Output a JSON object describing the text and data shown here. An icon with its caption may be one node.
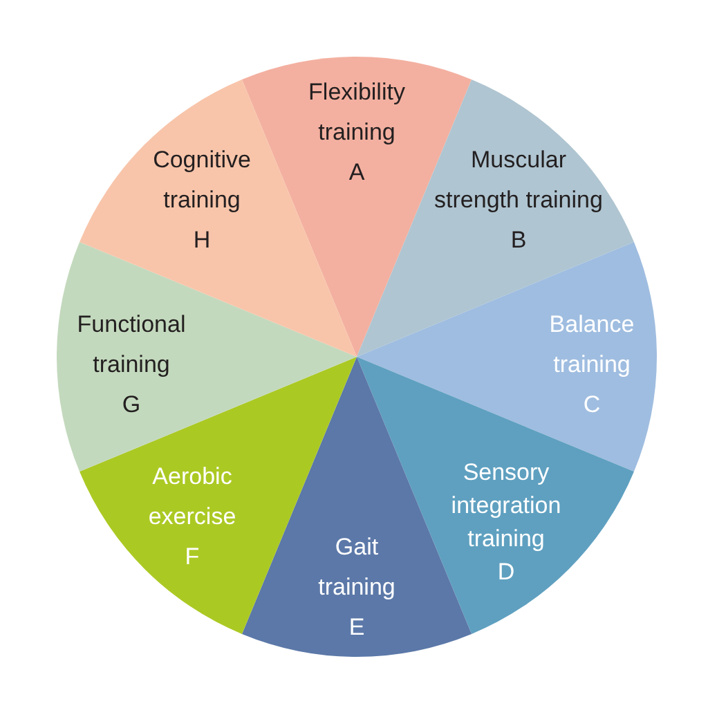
{
  "diagram": {
    "nodes": [
      {
        "text": [
          "Flexibility training",
          "A"
        ]
      },
      {
        "text": [
          "Muscular strength training",
          "B"
        ]
      },
      {
        "text": [
          "Balance training",
          "C"
        ]
      },
      {
        "text": [
          "Sensory integration training",
          "D"
        ]
      },
      {
        "text": [
          "Gait training",
          "E"
        ]
      },
      {
        "text": [
          "Aerobic exercise",
          "F"
        ]
      },
      {
        "text": [
          "Functional training",
          "G"
        ]
      },
      {
        "text": [
          "Cognitive training",
          "H"
        ]
      }
    ]
  }
}
